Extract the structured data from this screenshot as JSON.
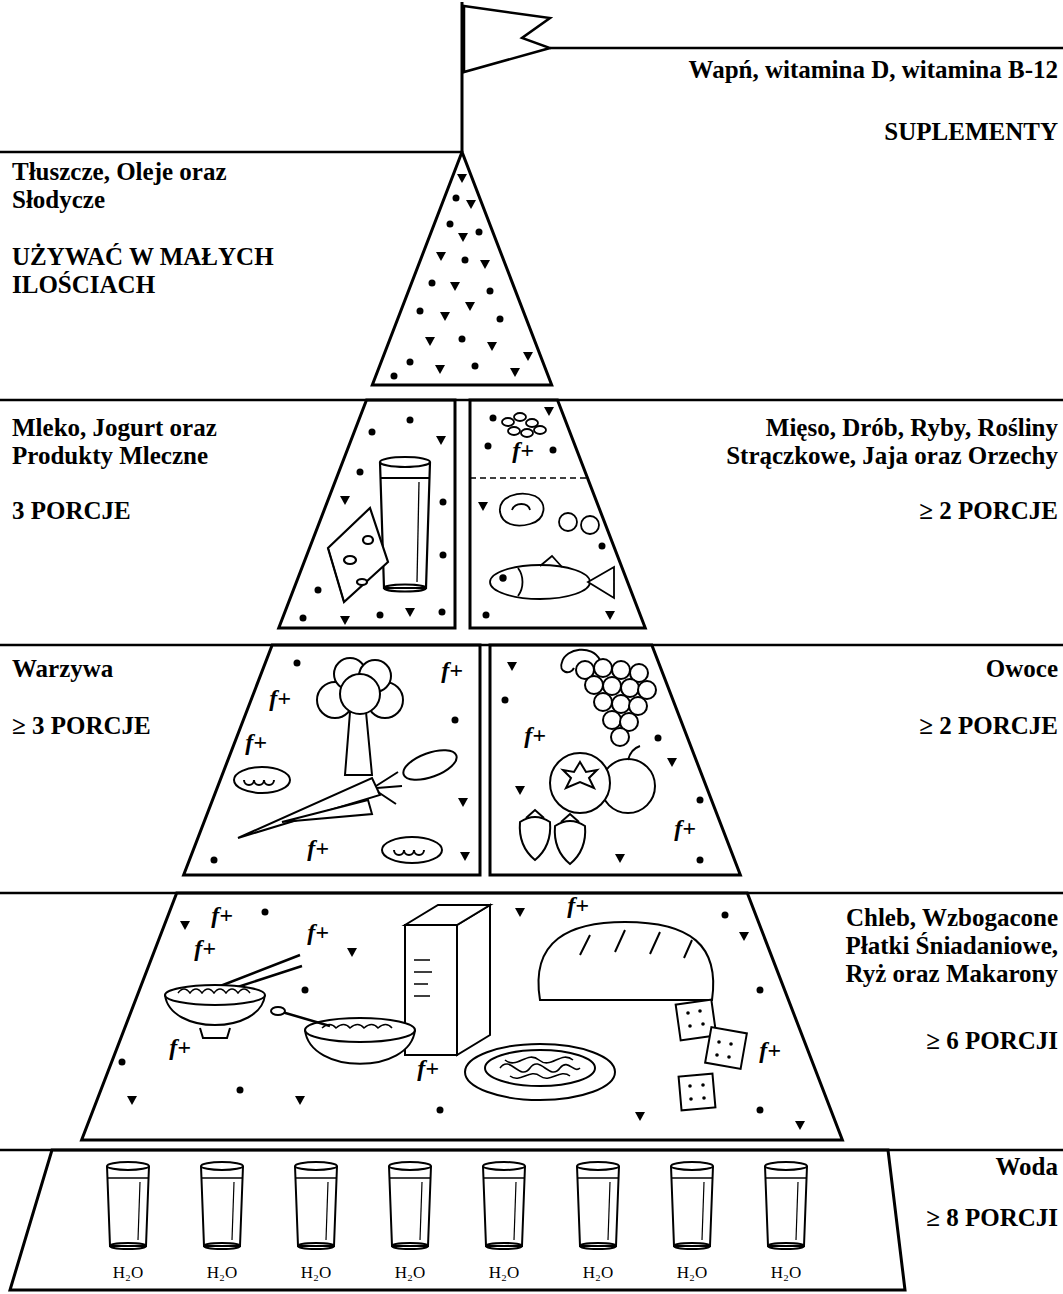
{
  "diagram": {
    "nodes": [
      {
        "text": [
          "Wapń, witamina D, witamina B-12",
          "SUPLEMENTY"
        ]
      },
      {
        "text": [
          "Tłuszcze, Oleje oraz Słodycze",
          "UŻYWAĆ W MAŁYCH ILOŚCIACH"
        ]
      },
      {
        "text": [
          "Mleko, Jogurt oraz Produkty Mleczne",
          "3 PORCJE"
        ]
      },
      {
        "text": [
          "Mięso, Drób, Ryby, Rośliny Strączkowe, Jaja oraz Orzechy",
          "≥ 2 PORCJE"
        ]
      },
      {
        "text": [
          "Warzywa",
          "≥ 3 PORCJE"
        ]
      },
      {
        "text": [
          "Owoce",
          "≥ 2 PORCJE"
        ]
      },
      {
        "text": [
          "Chleb, Wzbogacone Płatki Śniadaniowe, Ryż oraz Makarony",
          "≥ 6 PORCJI"
        ]
      },
      {
        "text": [
          "Woda",
          "≥ 8 PORCJI"
        ]
      }
    ],
    "labels": [
      "f+",
      "f+",
      "f+",
      "f+",
      "f+",
      "f+",
      "f+",
      "f+",
      "f+",
      "f+",
      "f+",
      "f+",
      "f+",
      "f+",
      "H₂O",
      "H₂O",
      "H₂O",
      "H₂O",
      "H₂O",
      "H₂O",
      "H₂O",
      "H₂O"
    ]
  }
}
